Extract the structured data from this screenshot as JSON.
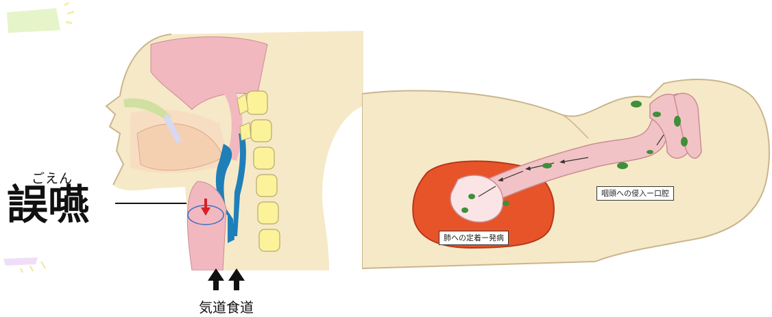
{
  "term": {
    "ruby": "ごえん",
    "word": "誤嚥"
  },
  "labels": {
    "trachea": "気道",
    "esophagus": "食道"
  },
  "right_panel": {
    "label_oral": "咽頭への侵入ー口腔",
    "label_lung": "肺への定着ー発病"
  },
  "colors": {
    "airway_blue": "#1f7fb8",
    "arrow_red": "#d81f26",
    "lung_orange": "#e8542a",
    "skin": "#f6e9c7",
    "nasal_pink": "#f2b8c0",
    "vertebra_yellow": "#fbf29a"
  }
}
